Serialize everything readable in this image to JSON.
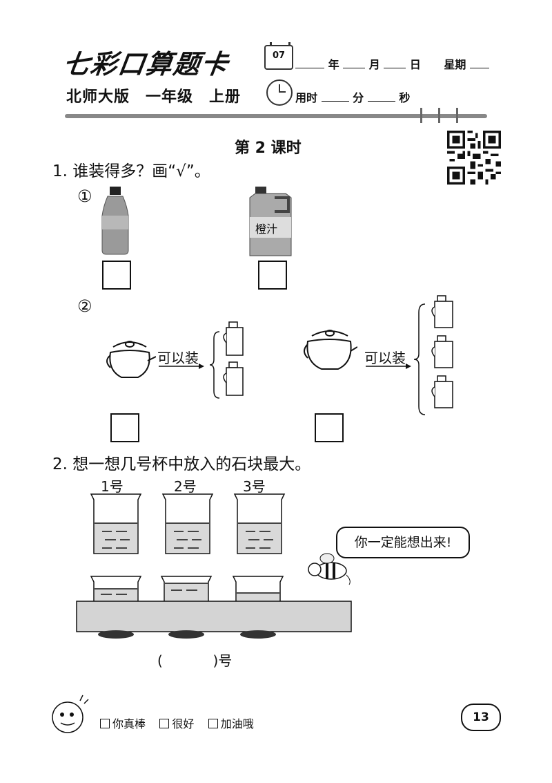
{
  "header": {
    "brand": "七彩口算题卡",
    "calendar_day": "07",
    "date_labels": [
      "年",
      "月",
      "日",
      "星期"
    ],
    "edition": "北师大版　一年级　上册",
    "time_labels": [
      "用时",
      "分",
      "秒"
    ]
  },
  "lesson_title": "第 2 课时",
  "q1": {
    "prompt": "1. 谁装得多？画“√”。",
    "part1_marker": "①",
    "jug_label": "橙汁",
    "part2_marker": "②",
    "arrow_label_left": "可以装",
    "arrow_label_right": "可以装"
  },
  "q2": {
    "prompt": "2. 想一想几号杯中放入的石块最大。",
    "cup_labels": [
      "1号",
      "2号",
      "3号"
    ],
    "speech": "你一定能想出来!",
    "answer_open": "(",
    "answer_close": ")号"
  },
  "footer": {
    "ratings": [
      "你真棒",
      "很好",
      "加油哦"
    ],
    "page_number": "13"
  }
}
